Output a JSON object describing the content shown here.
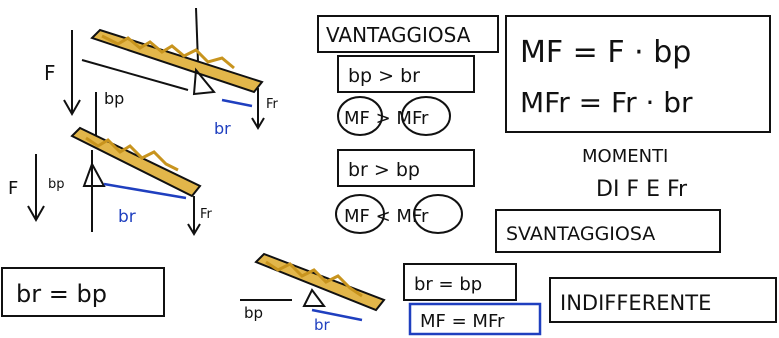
{
  "colors": {
    "ink": "#111111",
    "blue": "#1f3fbf",
    "lever_yellow": "#e2b64a"
  },
  "labels": {
    "lever1": {
      "force": "F",
      "force_r": "Fr",
      "arm_p": "bp",
      "arm_r": "br"
    },
    "lever2": {
      "force": "F",
      "force_r": "Fr",
      "arm_p": "bp",
      "arm_r": "br"
    },
    "lever3": {
      "arm_p": "bp",
      "arm_r": "br"
    }
  },
  "texts": {
    "vantaggiosa": "VANTAGGIOSA",
    "bp_gt_br": "bp > br",
    "mf_gt_mfr": "MF > MFr",
    "br_gt_bp": "br > bp",
    "mf_lt_mfr": "MF < MFr",
    "svantaggiosa": "SVANTAGGIOSA",
    "br_eq_bp_left": "br = bp",
    "br_eq_bp": "br = bp",
    "mf_eq_mfr": "MF = MFr",
    "indifferente": "INDIFFERENTE",
    "formula1": "MF = F · bp",
    "formula2": "MFr = Fr · br",
    "momenti_line1": "MOMENTI",
    "momenti_line2": "DI F E Fr"
  }
}
